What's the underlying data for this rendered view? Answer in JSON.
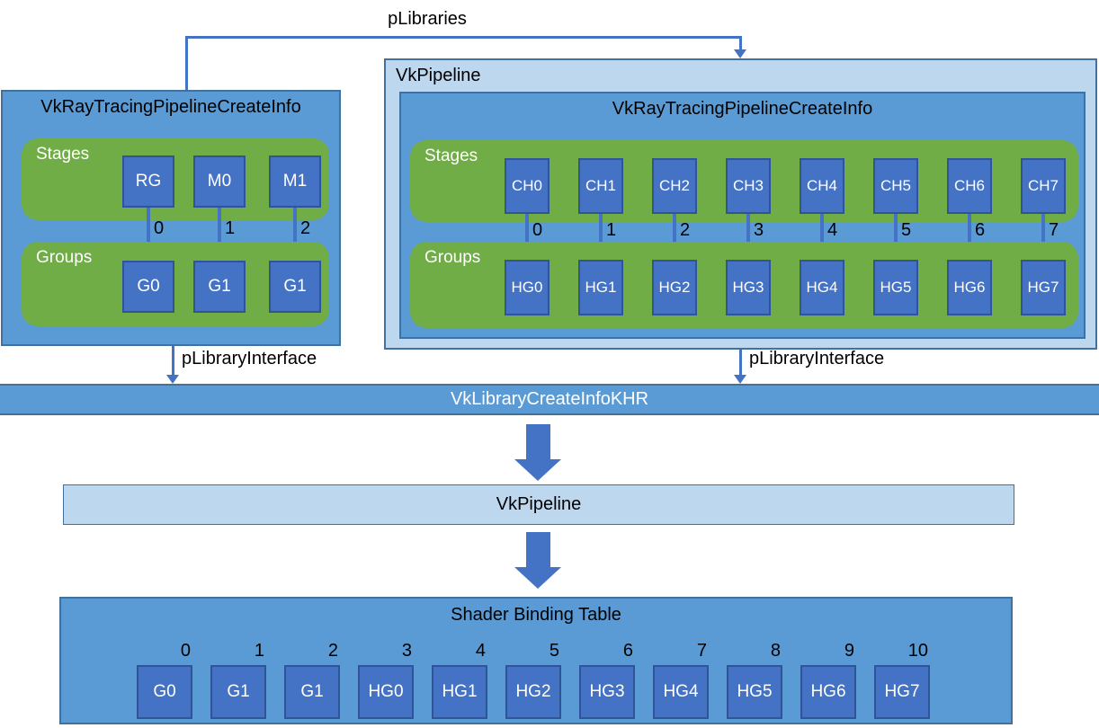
{
  "labels": {
    "plibraries": "pLibraries",
    "plibrary_interface_left": "pLibraryInterface",
    "plibrary_interface_right": "pLibraryInterface"
  },
  "left_pipeline": {
    "title": "VkRayTracingPipelineCreateInfo",
    "stages_label": "Stages",
    "groups_label": "Groups",
    "stages": [
      "RG",
      "M0",
      "M1"
    ],
    "indices": [
      "0",
      "1",
      "2"
    ],
    "groups": [
      "G0",
      "G1",
      "G1"
    ]
  },
  "right_pipeline": {
    "title": "VkPipeline",
    "inner_title": "VkRayTracingPipelineCreateInfo",
    "stages_label": "Stages",
    "groups_label": "Groups",
    "stages": [
      "CH0",
      "CH1",
      "CH2",
      "CH3",
      "CH4",
      "CH5",
      "CH6",
      "CH7"
    ],
    "indices": [
      "0",
      "1",
      "2",
      "3",
      "4",
      "5",
      "6",
      "7"
    ],
    "groups": [
      "HG0",
      "HG1",
      "HG2",
      "HG3",
      "HG4",
      "HG5",
      "HG6",
      "HG7"
    ]
  },
  "library_bar": {
    "label": "VkLibraryCreateInfoKHR"
  },
  "pipeline_bar": {
    "label": "VkPipeline"
  },
  "sbt": {
    "title": "Shader Binding Table",
    "indices": [
      "0",
      "1",
      "2",
      "3",
      "4",
      "5",
      "6",
      "7",
      "8",
      "9",
      "10"
    ],
    "entries": [
      "G0",
      "G1",
      "G1",
      "HG0",
      "HG1",
      "HG2",
      "HG3",
      "HG4",
      "HG5",
      "HG6",
      "HG7"
    ]
  },
  "colors": {
    "medium_blue": "#5B9BD5",
    "light_blue": "#BDD7EE",
    "green": "#70AD47",
    "square_blue": "#4472C4",
    "connector_blue": "#4472C4",
    "box_border": "#41719C",
    "square_border": "#2F5597",
    "text_dark": "#000000",
    "text_light": "#FFFFFF"
  }
}
